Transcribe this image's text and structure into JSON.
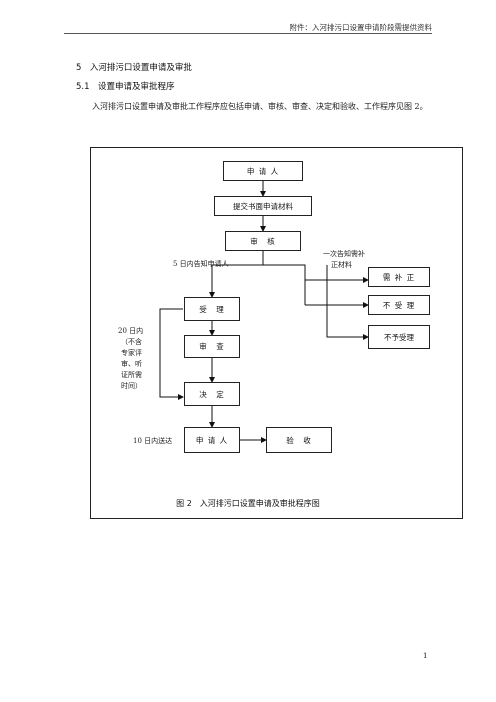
{
  "header": {
    "text": "附件：入河排污口设置申请阶段需提供资料"
  },
  "section": {
    "heading": "5　入河排污口设置申请及审批",
    "subheading": "5.1　设置申请及审批程序",
    "paragraph": "入河排污口设置申请及审批工作程序应包括申请、审核、审查、决定和验收、工作程序见图 2。"
  },
  "flowchart": {
    "boxes": {
      "applicant_top": "申 请 人",
      "submit": "提交书面申请材料",
      "review": "审　核",
      "accept": "受　理",
      "examine": "审　查",
      "decide": "决　定",
      "applicant_bottom": "申 请 人",
      "acceptance_check": "验　收",
      "supplement": "需 补 正",
      "not_accept": "不 受 理",
      "not_grant": "不予受理"
    },
    "labels": {
      "notice_5days": "5 日内告知申请人",
      "notice_once_l1": "一次告知需补",
      "notice_once_l2": "正材料",
      "days20_l1": "20 日内",
      "days20_l2": "（不含",
      "days20_l3": "专家评",
      "days20_l4": "审、听",
      "days20_l5": "证所需",
      "days20_l6": "时间）",
      "deliver_10days": "10 日内送达"
    },
    "caption": "图 2　入河排污口设置申请及审批程序图"
  },
  "page_number": "1"
}
